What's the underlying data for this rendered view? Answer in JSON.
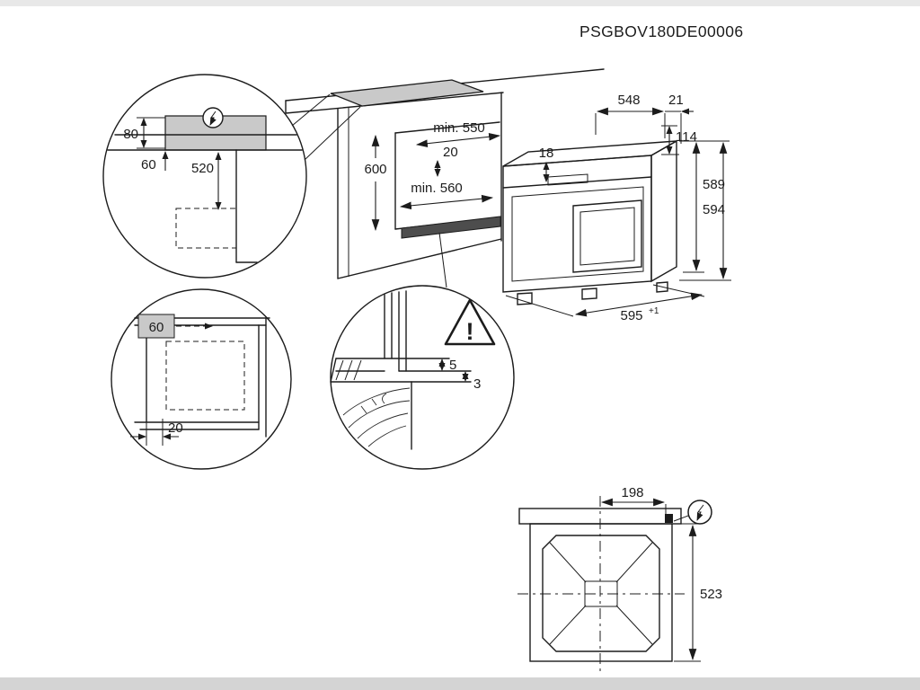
{
  "title": "PSGBOV180DE00006",
  "colors": {
    "line": "#1c1c1c",
    "shade": "#c9c9c9",
    "plinth": "#4d4d4d"
  },
  "worktop_detail": {
    "d80": "80",
    "d60": "60",
    "d520": "520"
  },
  "niche": {
    "d600": "600",
    "dmin550": "min. 550",
    "d20": "20",
    "dmin560": "min. 560"
  },
  "oven": {
    "d548": "548",
    "d21": "21",
    "d18": "18",
    "d114": "114",
    "d589": "589",
    "d594": "594",
    "d595": "595",
    "d595tol": "+1"
  },
  "corner_detail": {
    "d60": "60",
    "d20": "20"
  },
  "gap_detail": {
    "d5": "5",
    "d3": "3",
    "warning": "!"
  },
  "rear_view": {
    "d198": "198",
    "d523": "523"
  }
}
